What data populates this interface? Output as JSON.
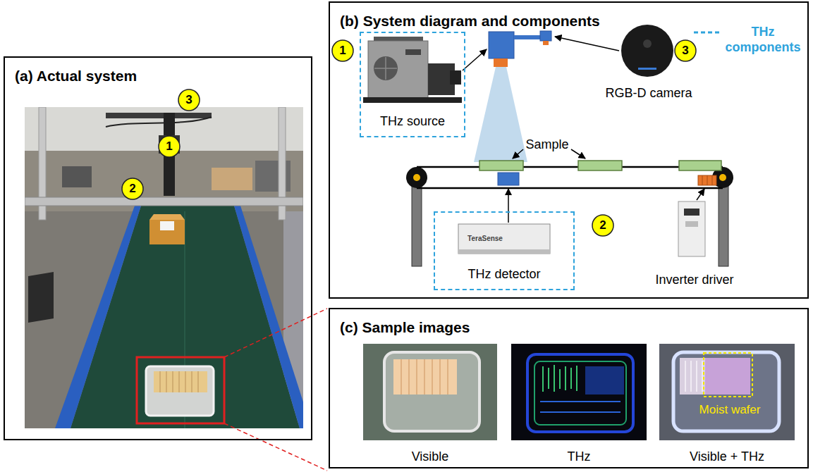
{
  "diagram": {
    "nodes": [
      {
        "text": [
          "(a) Actual system"
        ]
      },
      {
        "text": [
          "(b) System diagram and components"
        ]
      },
      {
        "text": [
          "THz source"
        ],
        "in": 1
      },
      {
        "text": [
          "THz detector"
        ],
        "in": 1
      },
      {
        "text": [
          "(c) Sample images"
        ]
      }
    ],
    "labels": [
      "3",
      "1",
      "2",
      "1",
      "3",
      "RGB-D camera",
      "Sample",
      "2",
      "TeraSense",
      "Inverter driver",
      "Visible",
      "THz",
      "Visible + THz",
      "Moist wafer"
    ],
    "legend": [
      {
        "text": "THz components"
      }
    ]
  }
}
